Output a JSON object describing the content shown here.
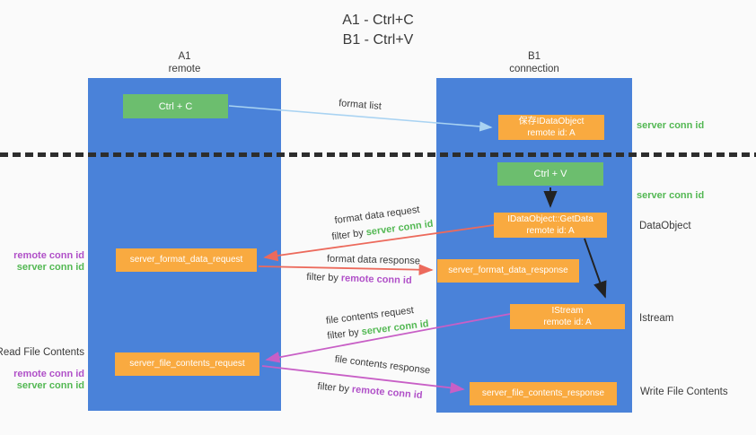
{
  "colors": {
    "bg": "#fafafa",
    "column_blue": "#4a82d9",
    "green_box": "#6cbe6e",
    "orange_box": "#f9aa40",
    "box_text": "#ffffff",
    "text_dark": "#3a3a3a",
    "green_text": "#53b853",
    "purple_text": "#b050c8",
    "arrow_lightblue": "#a9d3f2",
    "arrow_red": "#ec6a5c",
    "arrow_magenta": "#c85fc6",
    "arrow_black": "#222222",
    "dotted_line": "#2d2d2d"
  },
  "title": {
    "line1": "A1 - Ctrl+C",
    "line2": "B1 - Ctrl+V"
  },
  "columns": {
    "left": {
      "name": "A1",
      "role": "remote"
    },
    "right": {
      "name": "B1",
      "role": "connection"
    }
  },
  "nodes": {
    "ctrl_c": {
      "label": "Ctrl + C"
    },
    "save_idataobject": {
      "line1": "保存IDataObject",
      "line2": "remote id: A"
    },
    "ctrl_v": {
      "label": "Ctrl + V"
    },
    "getdata": {
      "line1": "IDataObject::GetData",
      "line2": "remote id: A"
    },
    "format_request": {
      "label": "server_format_data_request"
    },
    "format_response": {
      "label": "server_format_data_response"
    },
    "istream": {
      "line1": "IStream",
      "line2": "remote id: A"
    },
    "file_request": {
      "label": "server_file_contents_request"
    },
    "file_response": {
      "label": "server_file_contents_response"
    }
  },
  "arrows": {
    "format_list": {
      "label": "format list"
    },
    "format_data_request": {
      "label": "format data request",
      "filter_prefix": "filter by ",
      "filter_key": "server conn id"
    },
    "format_data_response": {
      "label": "format data response",
      "filter_prefix": "filter by ",
      "filter_key": "remote conn id"
    },
    "file_contents_request": {
      "label": "file contents request",
      "filter_prefix": "filter by ",
      "filter_key": "server conn id"
    },
    "file_contents_response": {
      "label": "file contents response",
      "filter_prefix": "filter by ",
      "filter_key": "remote conn id"
    }
  },
  "side_labels": {
    "left_remote_conn_id_1": "remote conn id",
    "left_server_conn_id_1": "server conn id",
    "read_file_contents": "Read File Contents",
    "left_remote_conn_id_2": "remote conn id",
    "left_server_conn_id_2": "server conn id",
    "right_server_conn_id_1": "server conn id",
    "right_server_conn_id_2": "server conn id",
    "dataobject": "DataObject",
    "istream": "Istream",
    "write_file_contents": "Write File Contents"
  }
}
